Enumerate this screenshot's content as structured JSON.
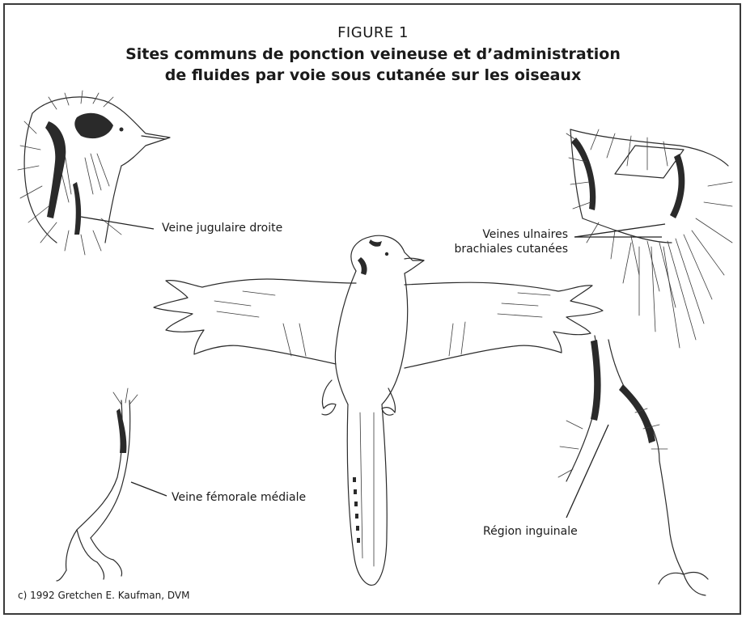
{
  "figure": {
    "label": "FIGURE 1",
    "title_line1": "Sites communs de ponction veineuse et d’administration",
    "title_line2": "de fluides par voie sous cutanée sur les oiseaux"
  },
  "labels": {
    "jugular": "Veine jugulaire droite",
    "ulnar_line1": "Veines ulnaires",
    "ulnar_line2": "brachiales cutanées",
    "femoral": "Veine fémorale médiale",
    "inguinal": "Région inguinale"
  },
  "copyright": "c) 1992 Gretchen E. Kaufman, DVM",
  "colors": {
    "ink": "#2b2b2b",
    "border": "#3a3a3a",
    "background": "#ffffff"
  }
}
